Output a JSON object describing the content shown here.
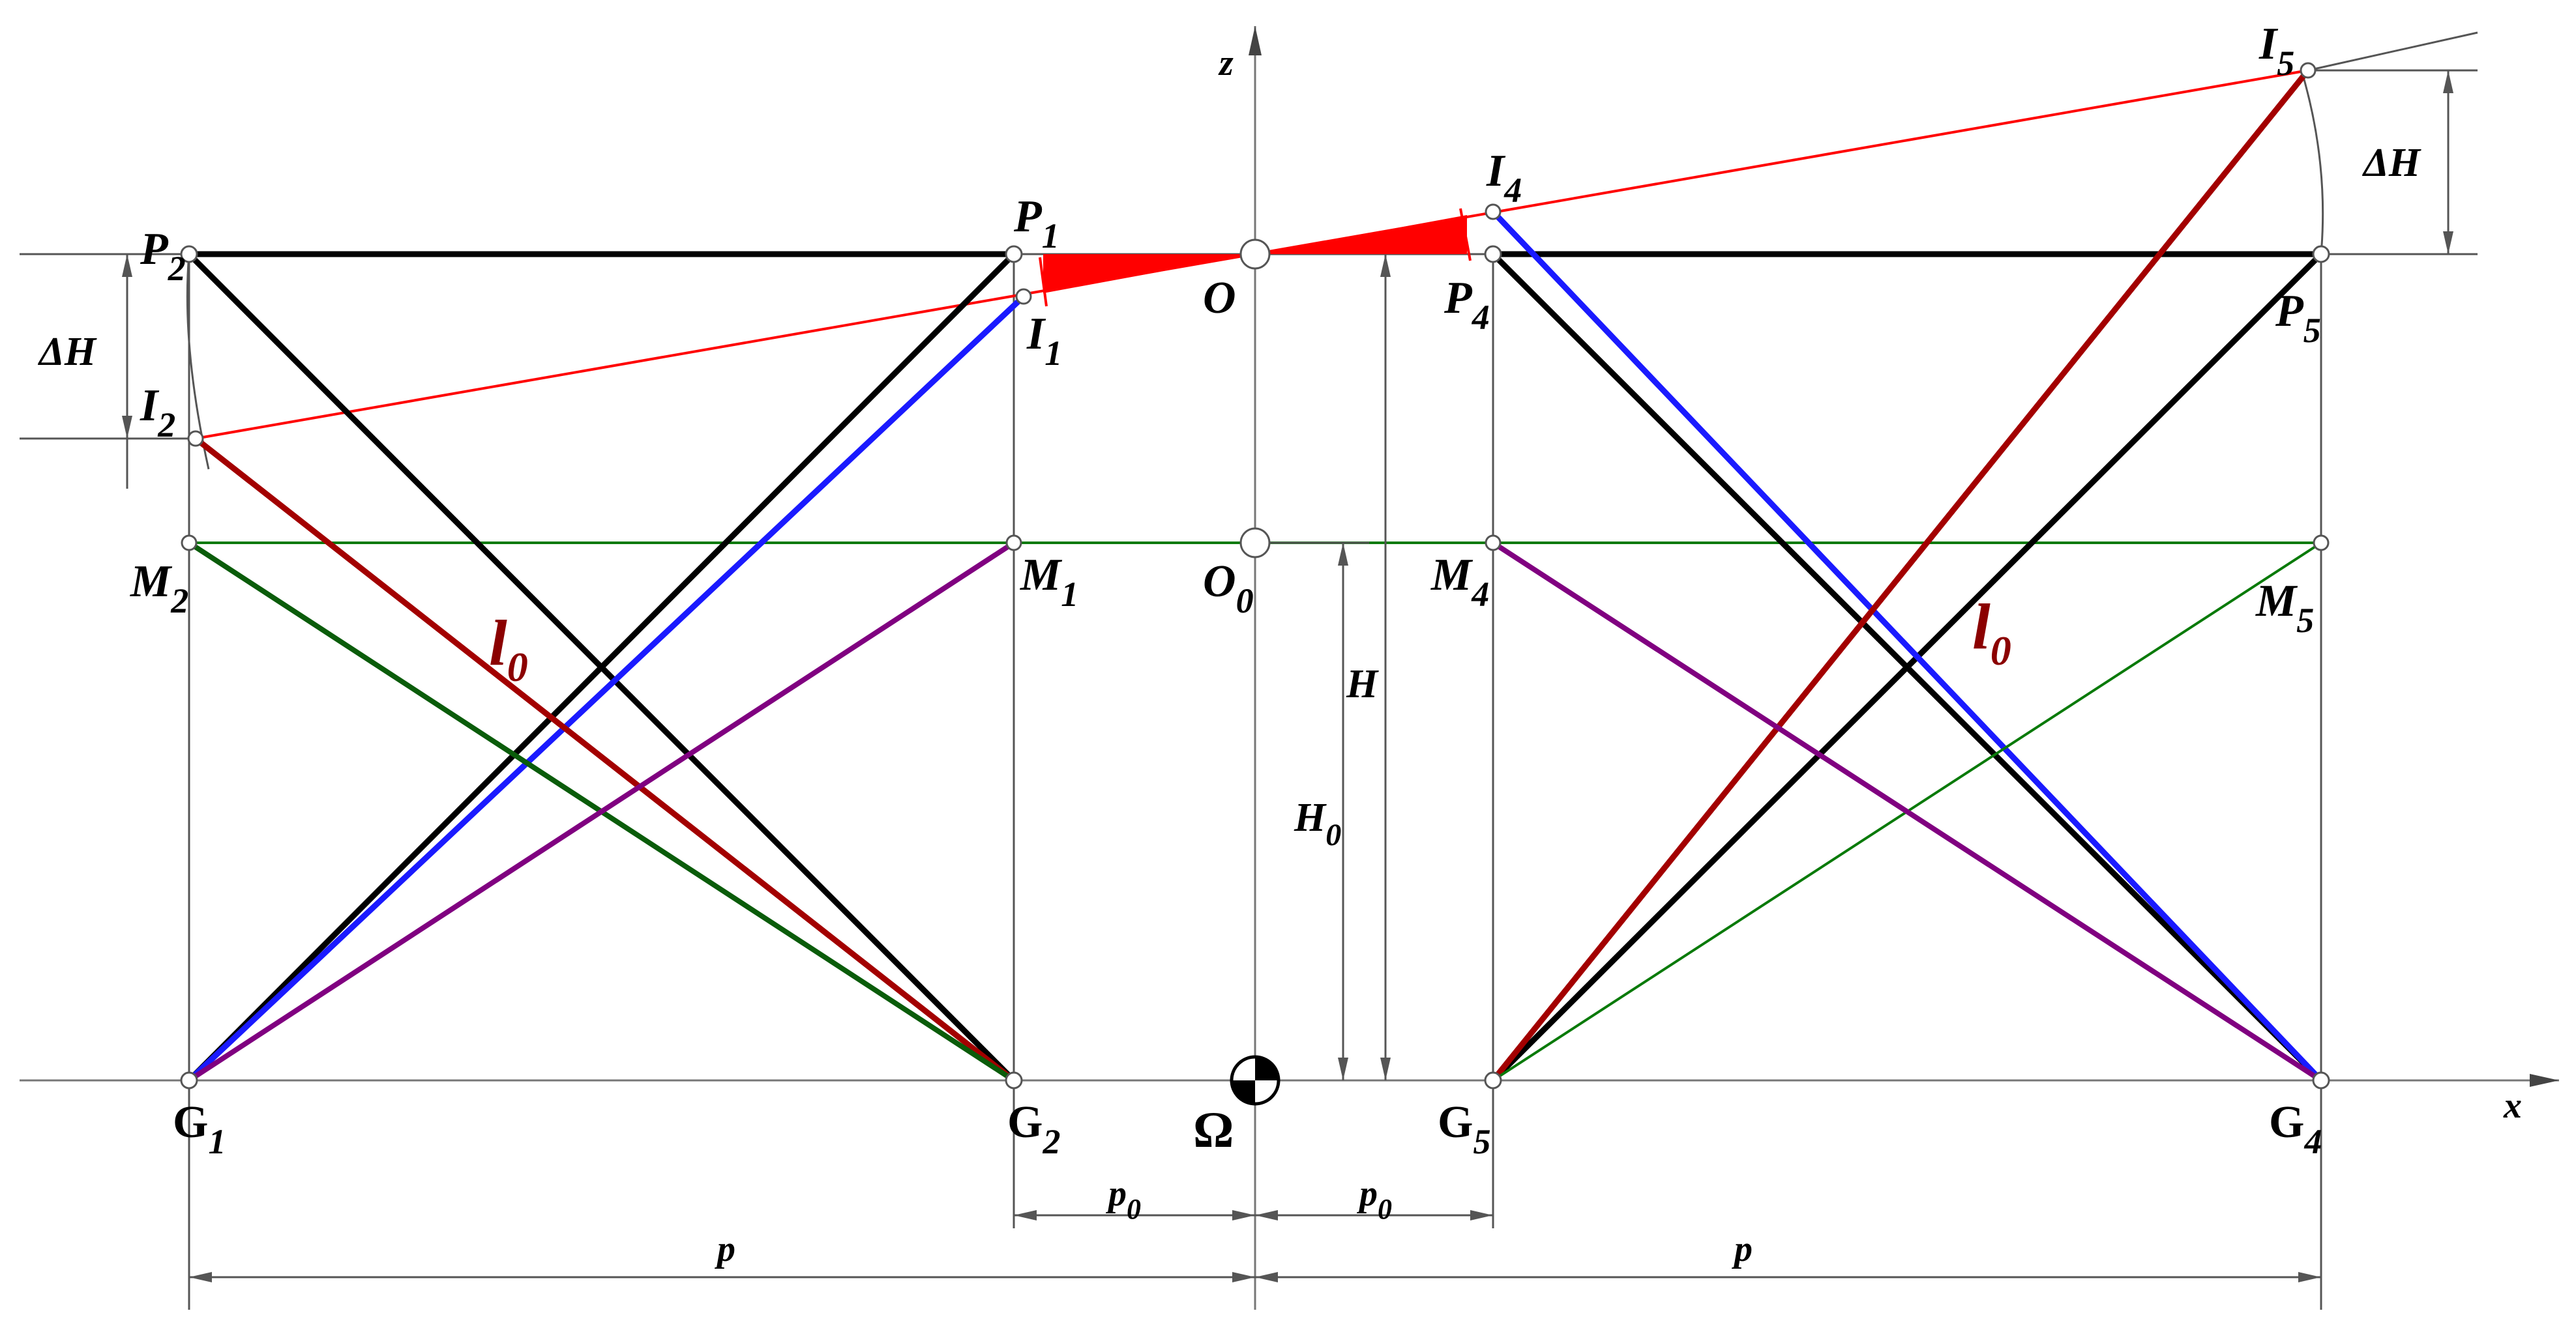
{
  "labels": {
    "z": "z",
    "x": "x",
    "O": "O",
    "O0": "O",
    "O0_sub": "0",
    "Omega": "Ω",
    "P1": "P",
    "P1_sub": "1",
    "P2": "P",
    "P2_sub": "2",
    "P4": "P",
    "P4_sub": "4",
    "P5": "P",
    "P5_sub": "5",
    "I1": "I",
    "I1_sub": "1",
    "I2": "I",
    "I2_sub": "2",
    "I4": "I",
    "I4_sub": "4",
    "I5": "I",
    "I5_sub": "5",
    "M1": "M",
    "M1_sub": "1",
    "M2": "M",
    "M2_sub": "2",
    "M4": "M",
    "M4_sub": "4",
    "M5": "M",
    "M5_sub": "5",
    "G1": "G",
    "G1_sub": "1",
    "G2": "G",
    "G2_sub": "2",
    "G4": "G",
    "G4_sub": "4",
    "G5": "G",
    "G5_sub": "5",
    "l0_left": "l",
    "l0_left_sub": "0",
    "l0_right": "l",
    "l0_right_sub": "0",
    "H": "H",
    "H0": "H",
    "H0_sub": "0",
    "dH_left": "ΔH",
    "dH_right": "ΔH",
    "p0_left": "p",
    "p0_left_sub": "0",
    "p0_right": "p",
    "p0_right_sub": "0",
    "p_left": "p",
    "p_right": "p"
  },
  "colors": {
    "black_bar": "#000000",
    "red_bar": "#a30000",
    "blue_bar": "#1a1aff",
    "green_bar": "#0a5c0a",
    "purple_bar": "#800080",
    "ray": "#ff0000"
  }
}
